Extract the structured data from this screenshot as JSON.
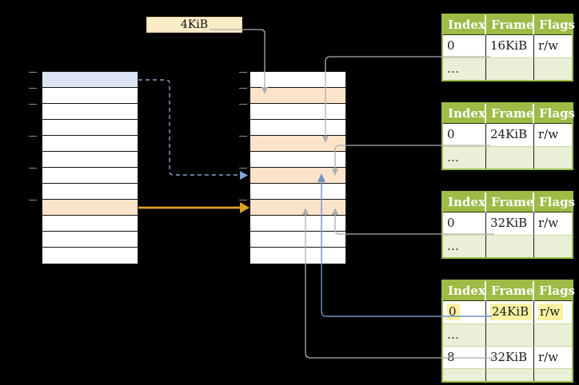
{
  "colors": {
    "background": "#000000",
    "table_green": "#9cbc45",
    "light_green_row": "#eaf0d8",
    "highlight_blue": "#dae4f2",
    "highlight_orange": "#fce4cb",
    "note_yellow_bg": "#faebc8",
    "mark_yellow": "#faf2a3",
    "connector_gray": "#aeaeae",
    "connector_blue": "#7191c4",
    "dashed_blue": "#82a5d8",
    "arrow_orange": "#dfa024"
  },
  "note_box": {
    "label": "4KiB"
  },
  "left_memory": {
    "rows": [
      "blue",
      "white",
      "white",
      "white",
      "white",
      "white",
      "white",
      "white",
      "orange",
      "white",
      "white",
      "white"
    ]
  },
  "middle_memory": {
    "rows": [
      "white",
      "orange",
      "white",
      "white",
      "orange",
      "white",
      "orange",
      "white",
      "orange",
      "white",
      "white",
      "white"
    ]
  },
  "page_tables": [
    {
      "headers": [
        "Index",
        "Frame",
        "Flags"
      ],
      "rows": [
        {
          "index": "0",
          "frame": "16KiB",
          "flags": "r/w",
          "style": "white"
        },
        {
          "index": "…",
          "frame": "",
          "flags": "",
          "style": "green"
        }
      ]
    },
    {
      "headers": [
        "Index",
        "Frame",
        "Flags"
      ],
      "rows": [
        {
          "index": "0",
          "frame": "24KiB",
          "flags": "r/w",
          "style": "white"
        },
        {
          "index": "…",
          "frame": "",
          "flags": "",
          "style": "green"
        }
      ]
    },
    {
      "headers": [
        "Index",
        "Frame",
        "Flags"
      ],
      "rows": [
        {
          "index": "0",
          "frame": "32KiB",
          "flags": "r/w",
          "style": "white"
        },
        {
          "index": "…",
          "frame": "",
          "flags": "",
          "style": "green"
        }
      ]
    },
    {
      "headers": [
        "Index",
        "Frame",
        "Flags"
      ],
      "rows": [
        {
          "index": "0",
          "frame": "24KiB",
          "flags": "r/w",
          "style": "white",
          "marked": true
        },
        {
          "index": "…",
          "frame": "",
          "flags": "",
          "style": "green"
        },
        {
          "index": "8",
          "frame": "32KiB",
          "flags": "r/w",
          "style": "white"
        },
        {
          "index": "…",
          "frame": "",
          "flags": "",
          "style": "green"
        }
      ]
    }
  ]
}
